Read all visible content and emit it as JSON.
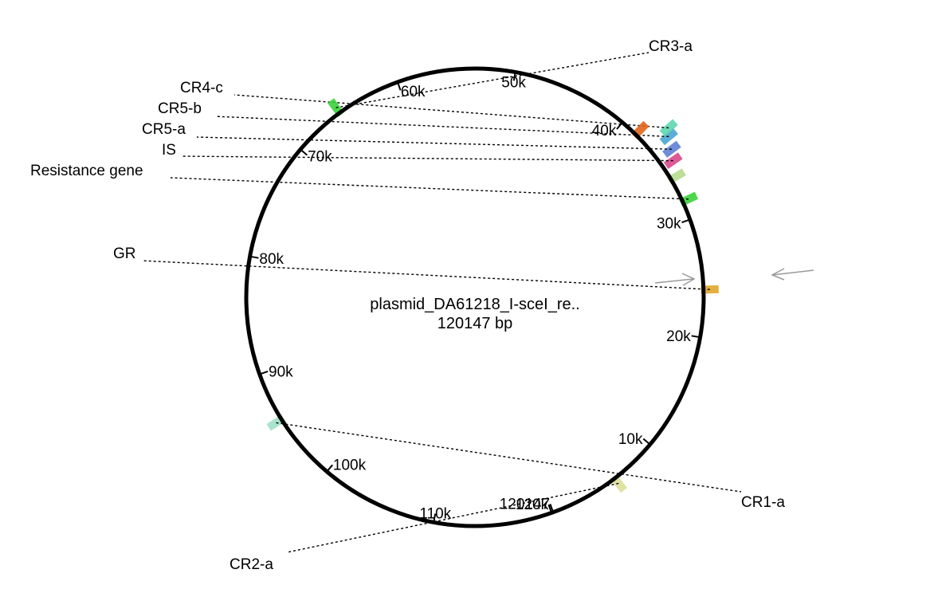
{
  "plasmid": {
    "name": "plasmid_DA61218_I-sceI_re..",
    "length_label": "120147 bp",
    "length_bp": 120147
  },
  "ticks": [
    {
      "label": "120147",
      "bp": 0
    },
    {
      "label": "10k",
      "bp": 10000
    },
    {
      "label": "20k",
      "bp": 20000
    },
    {
      "label": "30k",
      "bp": 30000
    },
    {
      "label": "40k",
      "bp": 40000
    },
    {
      "label": "50k",
      "bp": 50000
    },
    {
      "label": "60k",
      "bp": 60000
    },
    {
      "label": "70k",
      "bp": 70000
    },
    {
      "label": "80k",
      "bp": 80000
    },
    {
      "label": "90k",
      "bp": 90000
    },
    {
      "label": "100k",
      "bp": 100000
    },
    {
      "label": "110k",
      "bp": 110000
    },
    {
      "label": "120k",
      "bp": 120000
    }
  ],
  "features": [
    {
      "name": "CR2-a",
      "bp": 5900,
      "color": "#dede9a"
    },
    {
      "name": "GR",
      "bp": 24000,
      "color": "#e0a72a"
    },
    {
      "name": "Resistance gene",
      "bp": 31600,
      "color": "#3ad13a"
    },
    {
      "name": "",
      "bp": 33700,
      "color": "#b6dc8e"
    },
    {
      "name": "IS",
      "bp": 34900,
      "color": "#d9488a"
    },
    {
      "name": "CR5-a",
      "bp": 35700,
      "color": "#5e7fd6"
    },
    {
      "name": "CR5-b",
      "bp": 36600,
      "color": "#4aa5d0"
    },
    {
      "name": "CR4-c",
      "bp": 37100,
      "color": "#5fd6b0"
    },
    {
      "name": "",
      "bp": 38500,
      "color": "#e0651a"
    },
    {
      "name": "CR3-a",
      "bp": 65500,
      "color": "#3ad13a"
    },
    {
      "name": "CR1-a",
      "bp": 94200,
      "color": "#9ee0c7"
    }
  ],
  "arrows": {
    "forward": "→",
    "reverse": "←"
  }
}
